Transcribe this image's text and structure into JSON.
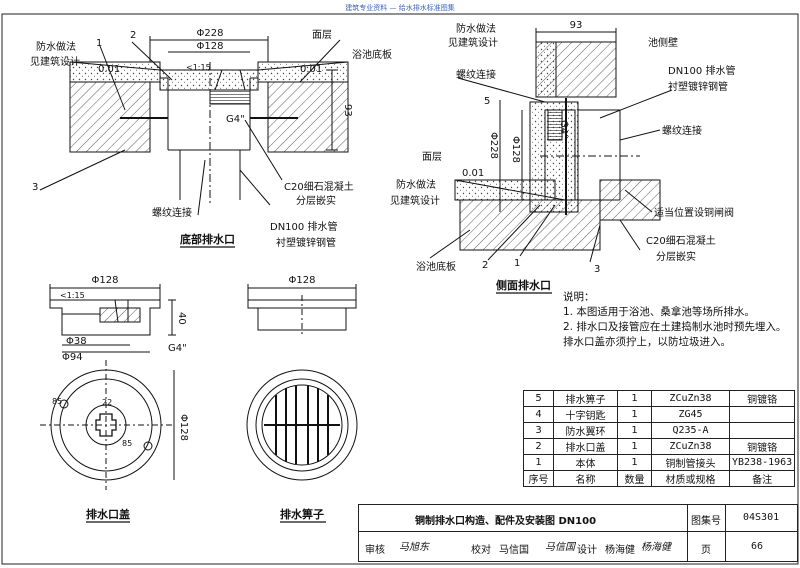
{
  "header_note": "建筑专业资料 — 给水排水标准图集",
  "views": {
    "bottom_drain": {
      "caption": "底部排水口",
      "labels": {
        "waterproof": [
          "防水做法",
          "见建筑设计"
        ],
        "surface": "面层",
        "pool_bottom": "浴池底板",
        "slope_left": "0.01",
        "slope_right": "0.01",
        "dim_228": "Φ228",
        "dim_128": "Φ128",
        "ratio": "<1:15",
        "thread_g4": "G4\"",
        "dim_93": "93",
        "concrete": [
          "C20细石混凝土",
          "分层嵌实"
        ],
        "thread_conn": "螺纹连接",
        "pipe": [
          "DN100  排水管",
          "衬塑镀锌钢管"
        ],
        "num_1": "1",
        "num_2": "2",
        "num_3": "3"
      }
    },
    "side_drain": {
      "caption": "侧面排水口",
      "labels": {
        "waterproof_top": [
          "防水做法",
          "见建筑设计"
        ],
        "wall": "池侧壁",
        "dim_93": "93",
        "thread_conn_top": "螺纹连接",
        "pipe": [
          "DN100  排水管",
          "衬塑镀锌钢管"
        ],
        "thread_conn_right": "螺纹连接",
        "num_5": "5",
        "g4": "G4\"",
        "dim_228": "Φ228",
        "dim_128": "Φ128",
        "surface": "面层",
        "slope": "0.01",
        "waterproof_bottom": [
          "防水做法",
          "见建筑设计"
        ],
        "valve": "适当位置设铜闸阀",
        "concrete": [
          "C20细石混凝土",
          "分层嵌实"
        ],
        "pool_bottom": "浴池底板",
        "num_1": "1",
        "num_2": "2",
        "num_3": "3"
      }
    },
    "cover_section": {
      "dim_128": "Φ128",
      "ratio": "<1:15",
      "dim_40": "40",
      "dim_38": "Φ38",
      "dim_94": "Φ94",
      "g4": "G4\""
    },
    "grate_section": {
      "dim_128": "Φ128"
    },
    "cover_plan": {
      "caption": "排水口盖",
      "dim_85a": "85",
      "dim_22": "22",
      "dim_85b": "85",
      "dim_128": "Φ128"
    },
    "grate_plan": {
      "caption": "排水箅子"
    }
  },
  "notes": {
    "title": "说明：",
    "items": [
      "1. 本图适用于浴池、桑拿池等场所排水。",
      "2. 排水口及接管应在土建捣制水池时预先埋入。",
      "   排水口盖亦须拧上，以防垃圾进入。"
    ]
  },
  "bom": {
    "header": [
      "序号",
      "名称",
      "数量",
      "材质或规格",
      "备注"
    ],
    "rows": [
      [
        "5",
        "排水箅子",
        "1",
        "ZCuZn38",
        "铜镀铬"
      ],
      [
        "4",
        "十字钥匙",
        "1",
        "ZG45",
        ""
      ],
      [
        "3",
        "防水翼环",
        "1",
        "Q235-A",
        ""
      ],
      [
        "2",
        "排水口盖",
        "1",
        "ZCuZn38",
        "铜镀铬"
      ],
      [
        "1",
        "本体",
        "1",
        "铜制管接头",
        "YB238-1963"
      ]
    ]
  },
  "title_block": {
    "title": "铜制排水口构造、配件及安装图  DN100",
    "atlas_label": "图集号",
    "atlas_no": "04S301",
    "review_label": "审核",
    "review_sig": "马旭东",
    "check_label": "校对",
    "checker": "马信国",
    "check_sig": "马信国",
    "design_label": "设计",
    "designer": "杨海健",
    "design_sig": "杨海健",
    "page_label": "页",
    "page_no": "66"
  },
  "colors": {
    "ink": "#111111",
    "hatch": "#333333",
    "paper": "#ffffff"
  }
}
